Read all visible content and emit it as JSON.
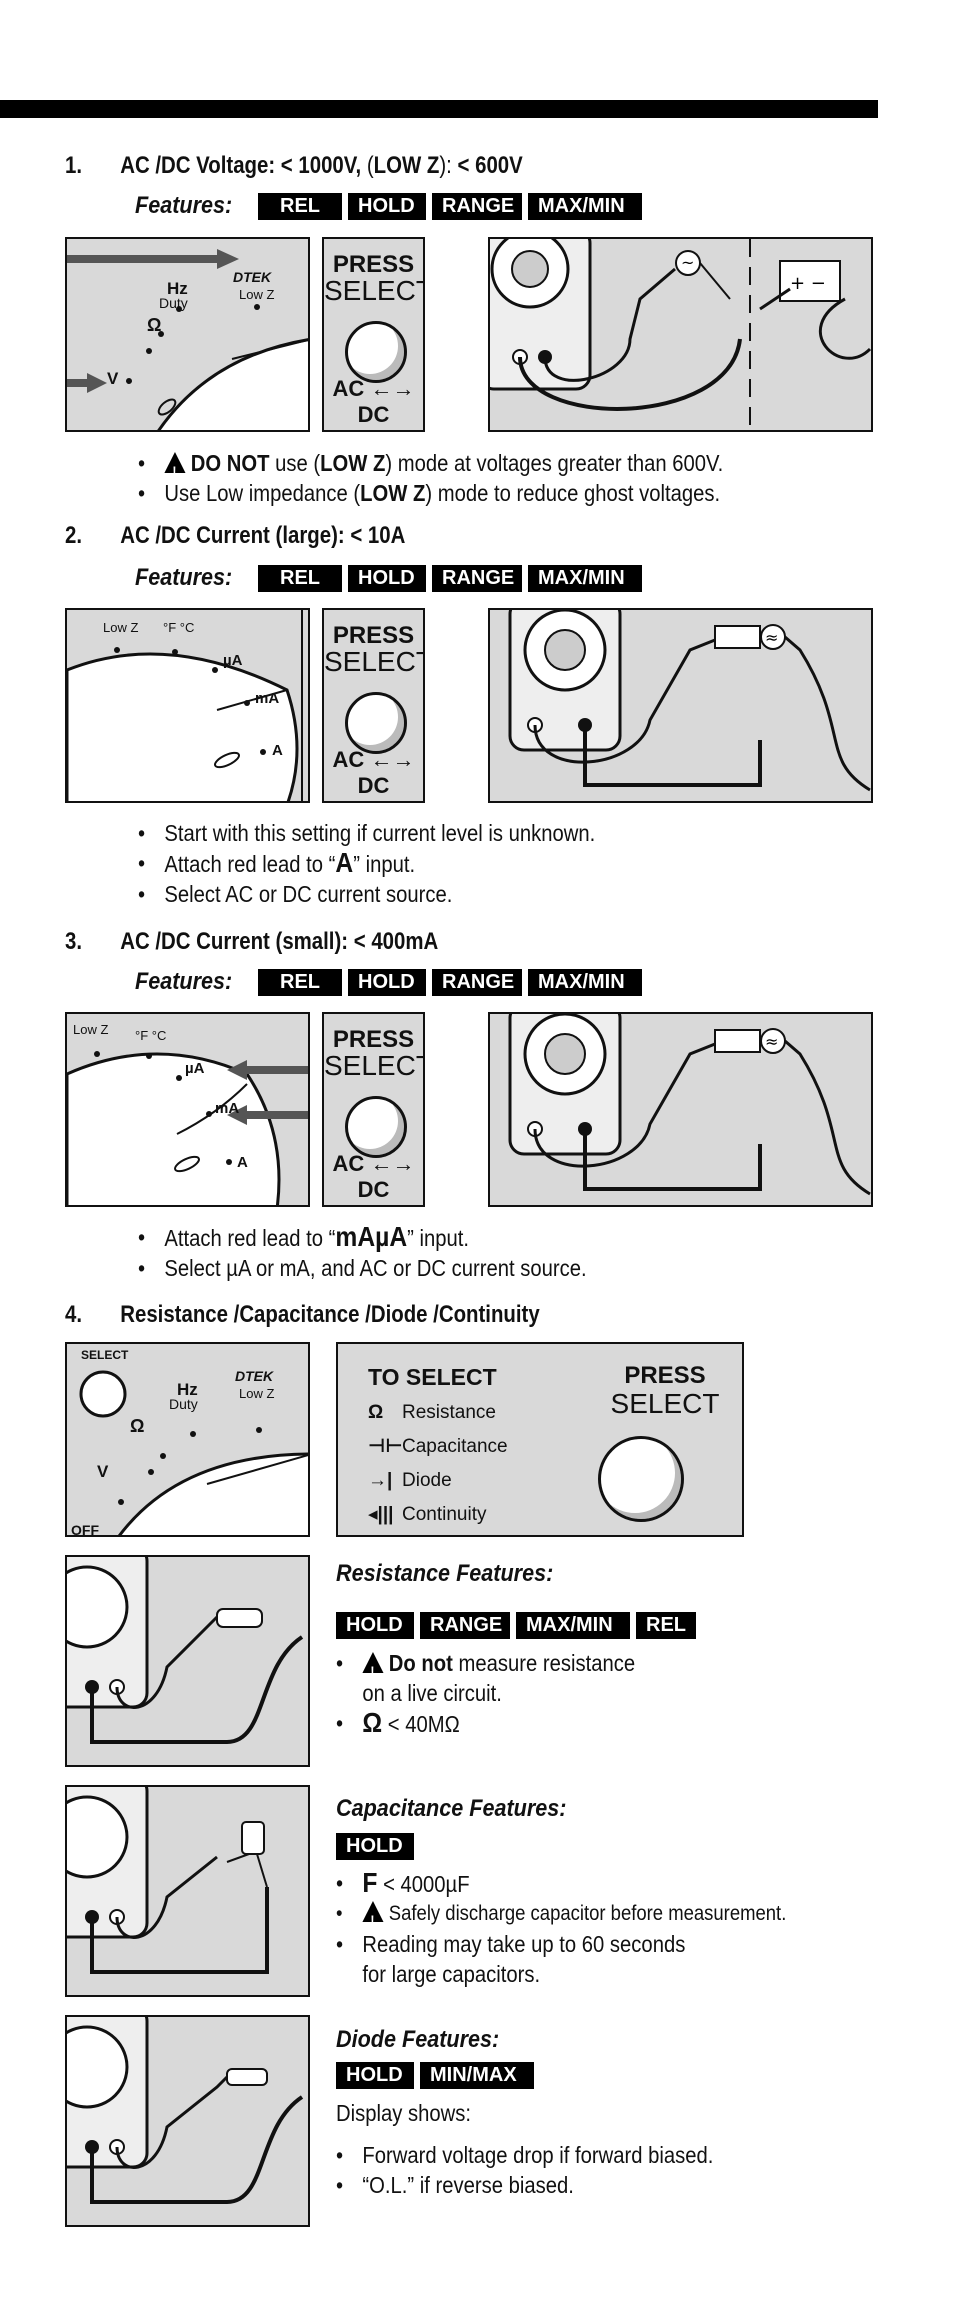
{
  "sections": [
    {
      "num": "1.",
      "title": "AC /DC Voltage: < 1000V,",
      "title_paren": "(",
      "title_lowz": "LOW Z",
      "title_paren2": "):",
      "title_tail": "< 600V"
    },
    {
      "num": "2.",
      "title": "AC /DC Current (large): < 10A"
    },
    {
      "num": "3.",
      "title": "AC /DC Current (small): < 400mA"
    },
    {
      "num": "4.",
      "title": "Resistance /Capacitance /Diode /Continuity"
    }
  ],
  "features_label": "Features:",
  "feature_badges": [
    "REL",
    "HOLD",
    "RANGE",
    "MAX/MIN"
  ],
  "press": "PRESS",
  "select": "SELECT",
  "ac": "AC",
  "dc": "DC",
  "dial": {
    "hz": "Hz",
    "duty": "Duty",
    "dtek": "DTEK",
    "lowz": "Low Z",
    "ohm": "Ω",
    "v": "V",
    "fc": "°F °C",
    "ua": "µA",
    "ma": "mA",
    "a": "A",
    "select_btn": "SELECT",
    "off": "OFF"
  },
  "s1_bullets": [
    {
      "strong": "DO NOT",
      "pre": " use (",
      "lowz": "LOW Z",
      "post": ") mode at voltages greater than 600V."
    },
    {
      "pre": "Use Low impedance (",
      "lowz": "LOW Z",
      "post": ") mode to reduce ghost voltages."
    }
  ],
  "s2_bullets": [
    {
      "text": "Start with this setting if current level is unknown."
    },
    {
      "pre": "Attach red lead to “",
      "big": "A",
      "post": "” input."
    },
    {
      "text": "Select AC or DC current source."
    }
  ],
  "s3_bullets": [
    {
      "pre": "Attach red lead to “",
      "big": "mAµA",
      "post": "” input."
    },
    {
      "text": "Select µA or mA, and AC or DC current source."
    }
  ],
  "to_select": {
    "heading": "TO SELECT",
    "items": [
      {
        "glyph": "Ω",
        "label": "Resistance"
      },
      {
        "glyph": "⊣⊢",
        "label": "Capacitance"
      },
      {
        "glyph": "→|",
        "label": "Diode"
      },
      {
        "glyph": "◂|||",
        "label": "Continuity"
      }
    ]
  },
  "resistance": {
    "title": "Resistance Features:",
    "badges": [
      "HOLD",
      "RANGE",
      "MAX/MIN",
      "REL"
    ],
    "b1_strong": "Do not",
    "b1_rest": " measure resistance",
    "b1_line2": "on a live circuit.",
    "b2_big": "Ω",
    "b2_rest": " < 40MΩ"
  },
  "capacitance": {
    "title": "Capacitance Features:",
    "badges": [
      "HOLD"
    ],
    "b1_big": "F",
    "b1_rest": " < 4000µF",
    "b2": "Safely discharge capacitor before measurement.",
    "b3": "Reading may take up to 60 seconds",
    "b3_line2": "for large capacitors."
  },
  "diode": {
    "title": "Diode Features:",
    "badges": [
      "HOLD",
      "MIN/MAX"
    ],
    "display": "Display shows:",
    "b1": "Forward voltage drop if forward biased.",
    "b2": "“O.L.” if reverse biased."
  }
}
